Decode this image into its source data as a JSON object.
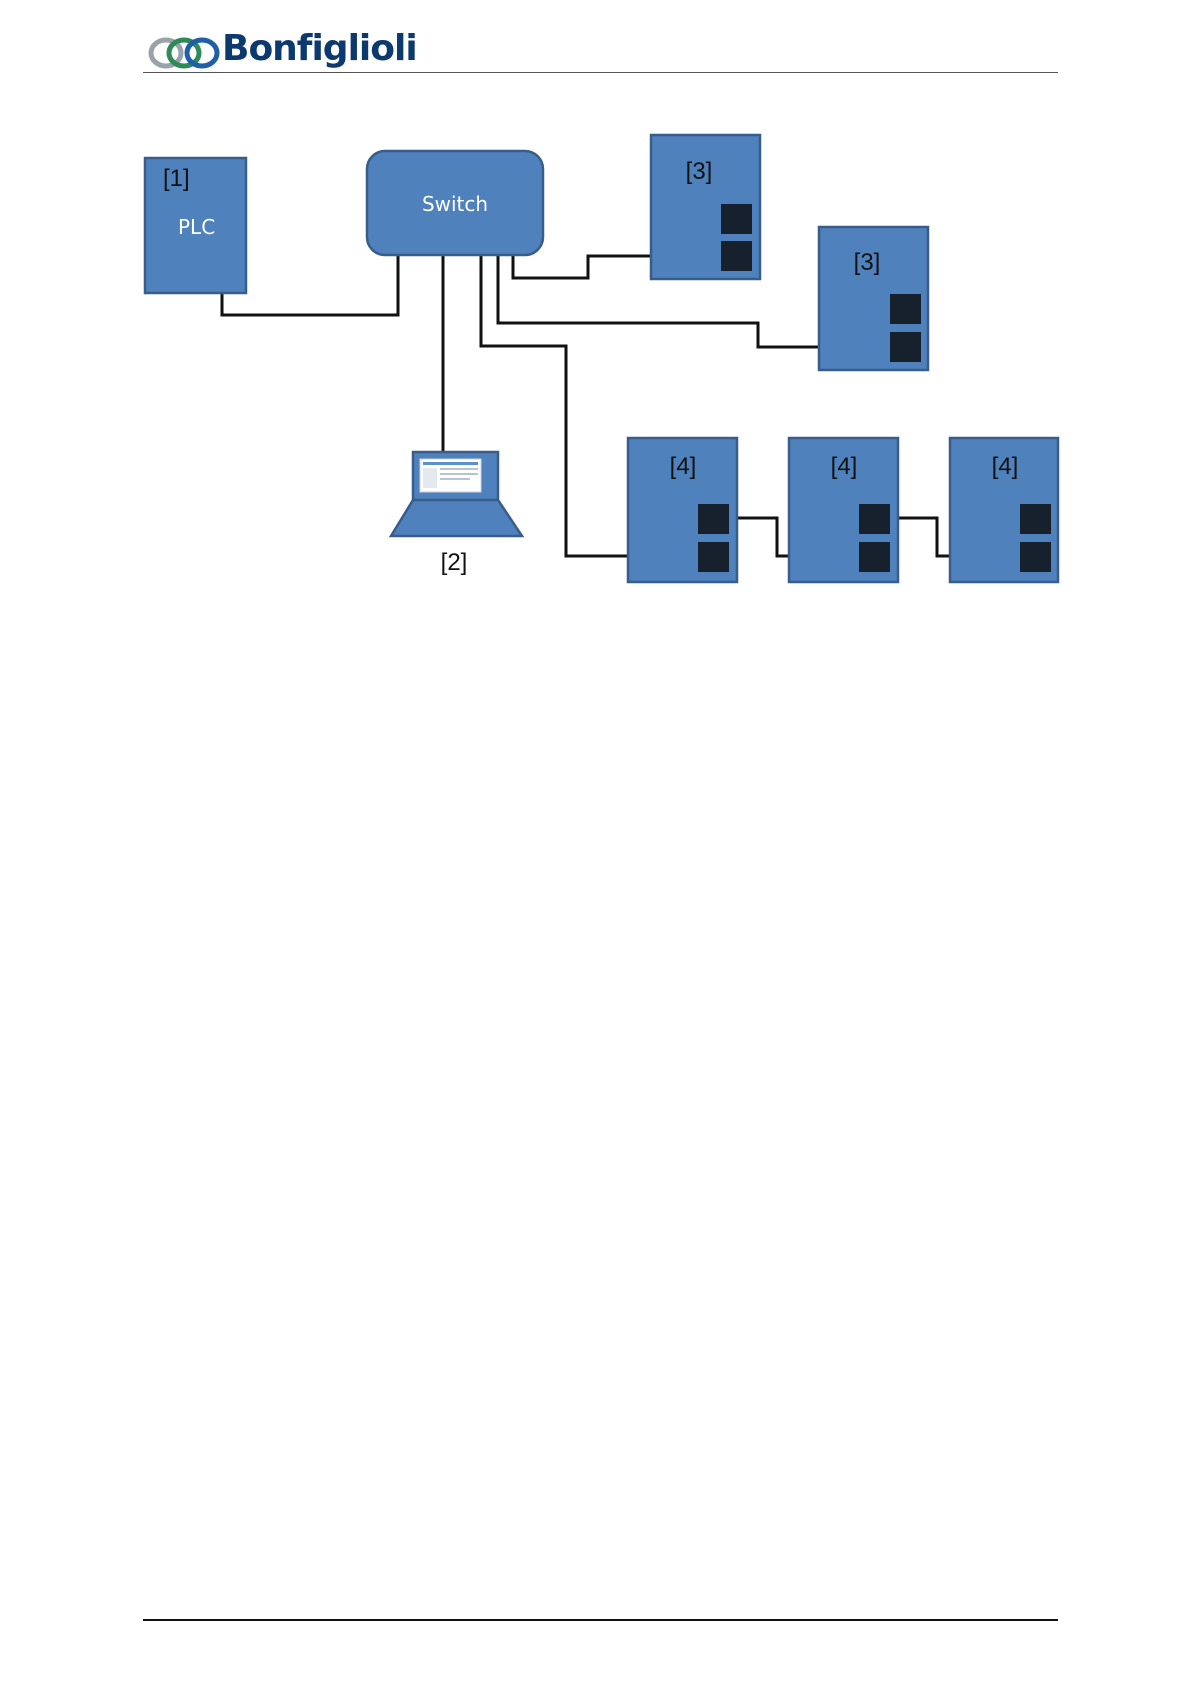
{
  "header": {
    "brand_name": "Bonfiglioli",
    "logo_icon": "bonfiglioli-logo-icon"
  },
  "colors": {
    "device_fill": "#4f81bd",
    "device_border": "#385d8a",
    "port_fill": "#17212e",
    "wire": "#111111"
  },
  "diagram": {
    "nodes": {
      "plc": {
        "marker": "[1]",
        "label": "PLC"
      },
      "switch": {
        "label": "Switch"
      },
      "laptop": {
        "marker": "[2]"
      },
      "device_3a": {
        "marker": "[3]"
      },
      "device_3b": {
        "marker": "[3]"
      },
      "device_4a": {
        "marker": "[4]"
      },
      "device_4b": {
        "marker": "[4]"
      },
      "device_4c": {
        "marker": "[4]"
      }
    }
  }
}
